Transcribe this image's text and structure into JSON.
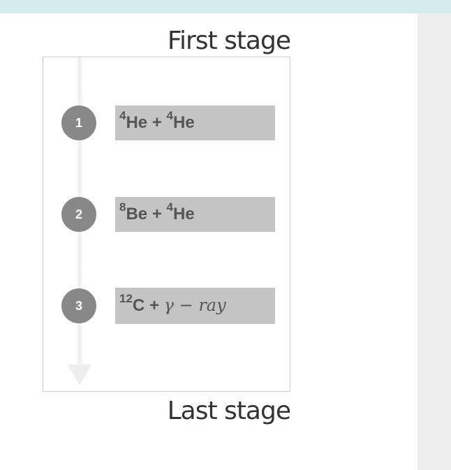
{
  "labels": {
    "first": "First stage",
    "last": "Last stage"
  },
  "items": [
    {
      "step": "1",
      "sup1": "4",
      "base1": "He",
      "op": "+",
      "sup2": "4",
      "base2": "He"
    },
    {
      "step": "2",
      "sup1": "8",
      "base1": "Be",
      "op": "+",
      "sup2": "4",
      "base2": "He"
    },
    {
      "step": "3",
      "sup1": "12",
      "base1": "C",
      "op": "+",
      "math": "γ − ray"
    }
  ],
  "colors": {
    "topbar": "#d3ecee",
    "item_bg": "#c4c4c4",
    "step_circle": "#888888"
  }
}
